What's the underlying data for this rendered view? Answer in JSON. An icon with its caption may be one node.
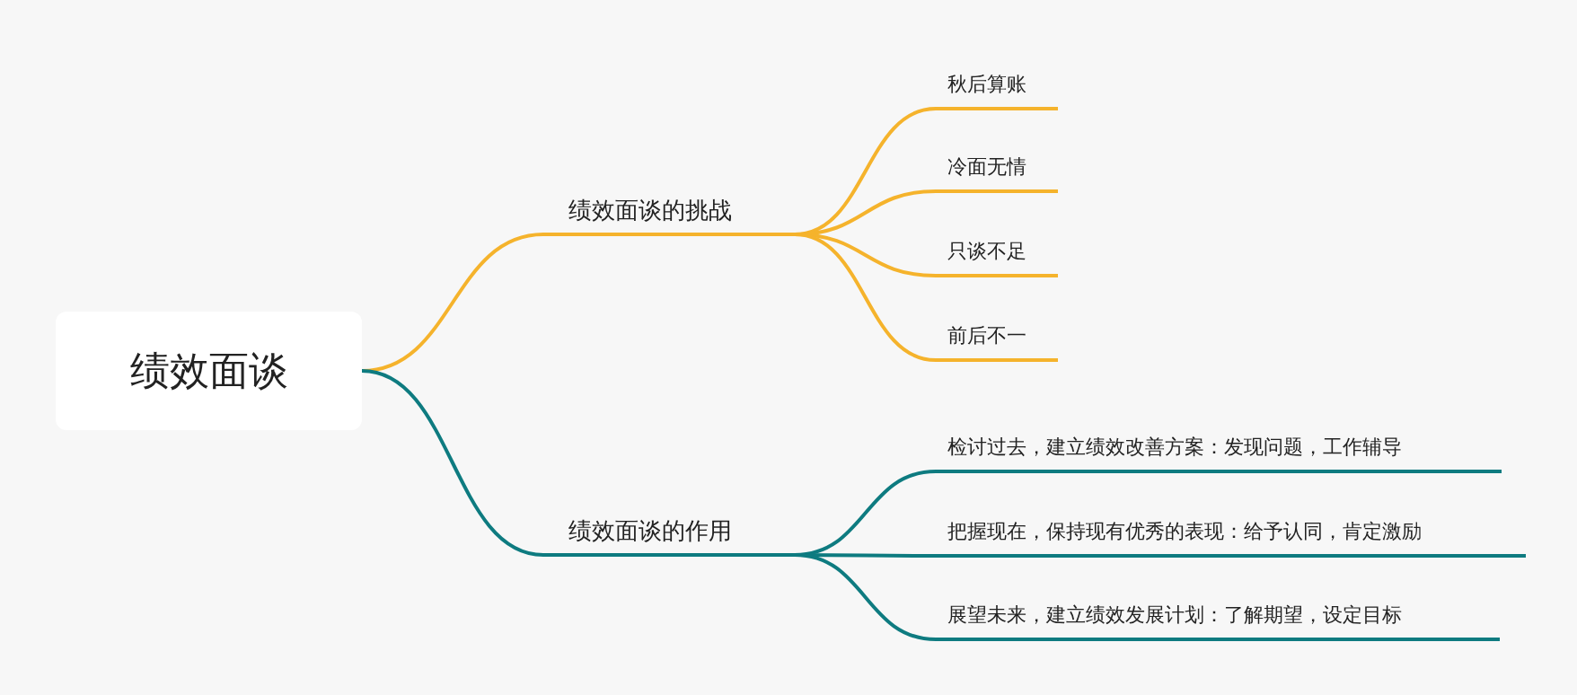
{
  "diagram": {
    "nodes": [
      {
        "text": [
          "绩效面谈"
        ]
      },
      {
        "text": [
          "绩效面谈的挑战"
        ]
      },
      {
        "text": [
          "秋后算账"
        ]
      },
      {
        "text": [
          "冷面无情"
        ]
      },
      {
        "text": [
          "只谈不足"
        ]
      },
      {
        "text": [
          "前后不一"
        ]
      },
      {
        "text": [
          "绩效面谈的作用"
        ]
      },
      {
        "text": [
          "检讨过去，建立绩效改善方案：发现问题，工作辅导"
        ]
      },
      {
        "text": [
          "把握现在，保持现有优秀的表现：给予认同，肯定激励"
        ]
      },
      {
        "text": [
          "展望未来，建立绩效发展计划：了解期望，设定目标"
        ]
      }
    ],
    "edges": [
      {
        "from": 0,
        "to": 1,
        "arrow": "none"
      },
      {
        "from": 1,
        "to": 2,
        "arrow": "none"
      },
      {
        "from": 1,
        "to": 3,
        "arrow": "none"
      },
      {
        "from": 1,
        "to": 4,
        "arrow": "none"
      },
      {
        "from": 1,
        "to": 5,
        "arrow": "none"
      },
      {
        "from": 0,
        "to": 6,
        "arrow": "none",
        "color": "#0e7b80"
      },
      {
        "from": 6,
        "to": 7,
        "arrow": "none",
        "color": "#0e7b80"
      },
      {
        "from": 6,
        "to": 8,
        "arrow": "none",
        "color": "#0e7b80"
      },
      {
        "from": 6,
        "to": 9,
        "arrow": "none",
        "color": "#0e7b80"
      }
    ]
  }
}
